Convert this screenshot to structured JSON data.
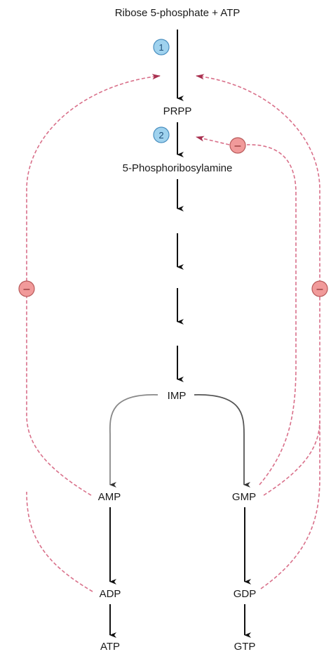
{
  "nodes": {
    "substrate": "Ribose 5-phosphate + ATP",
    "prpp": "PRPP",
    "phosphoribosylamine": "5-Phosphoribosylamine",
    "imp": "IMP",
    "amp": "AMP",
    "gmp": "GMP",
    "adp": "ADP",
    "gdp": "GDP",
    "atp": "ATP",
    "gtp": "GTP"
  },
  "steps": {
    "step1": "1",
    "step2": "2"
  },
  "inhibition_symbol": "–",
  "colors": {
    "arrow": "#111111",
    "feedback": "#d9708a",
    "feedback_head": "#a8304f",
    "step_badge_fill": "#9fd2ee",
    "step_badge_stroke": "#4a8fc0",
    "inhibit_fill": "#f19a9a",
    "inhibit_stroke": "#b85a5a",
    "branch": "#777777"
  }
}
